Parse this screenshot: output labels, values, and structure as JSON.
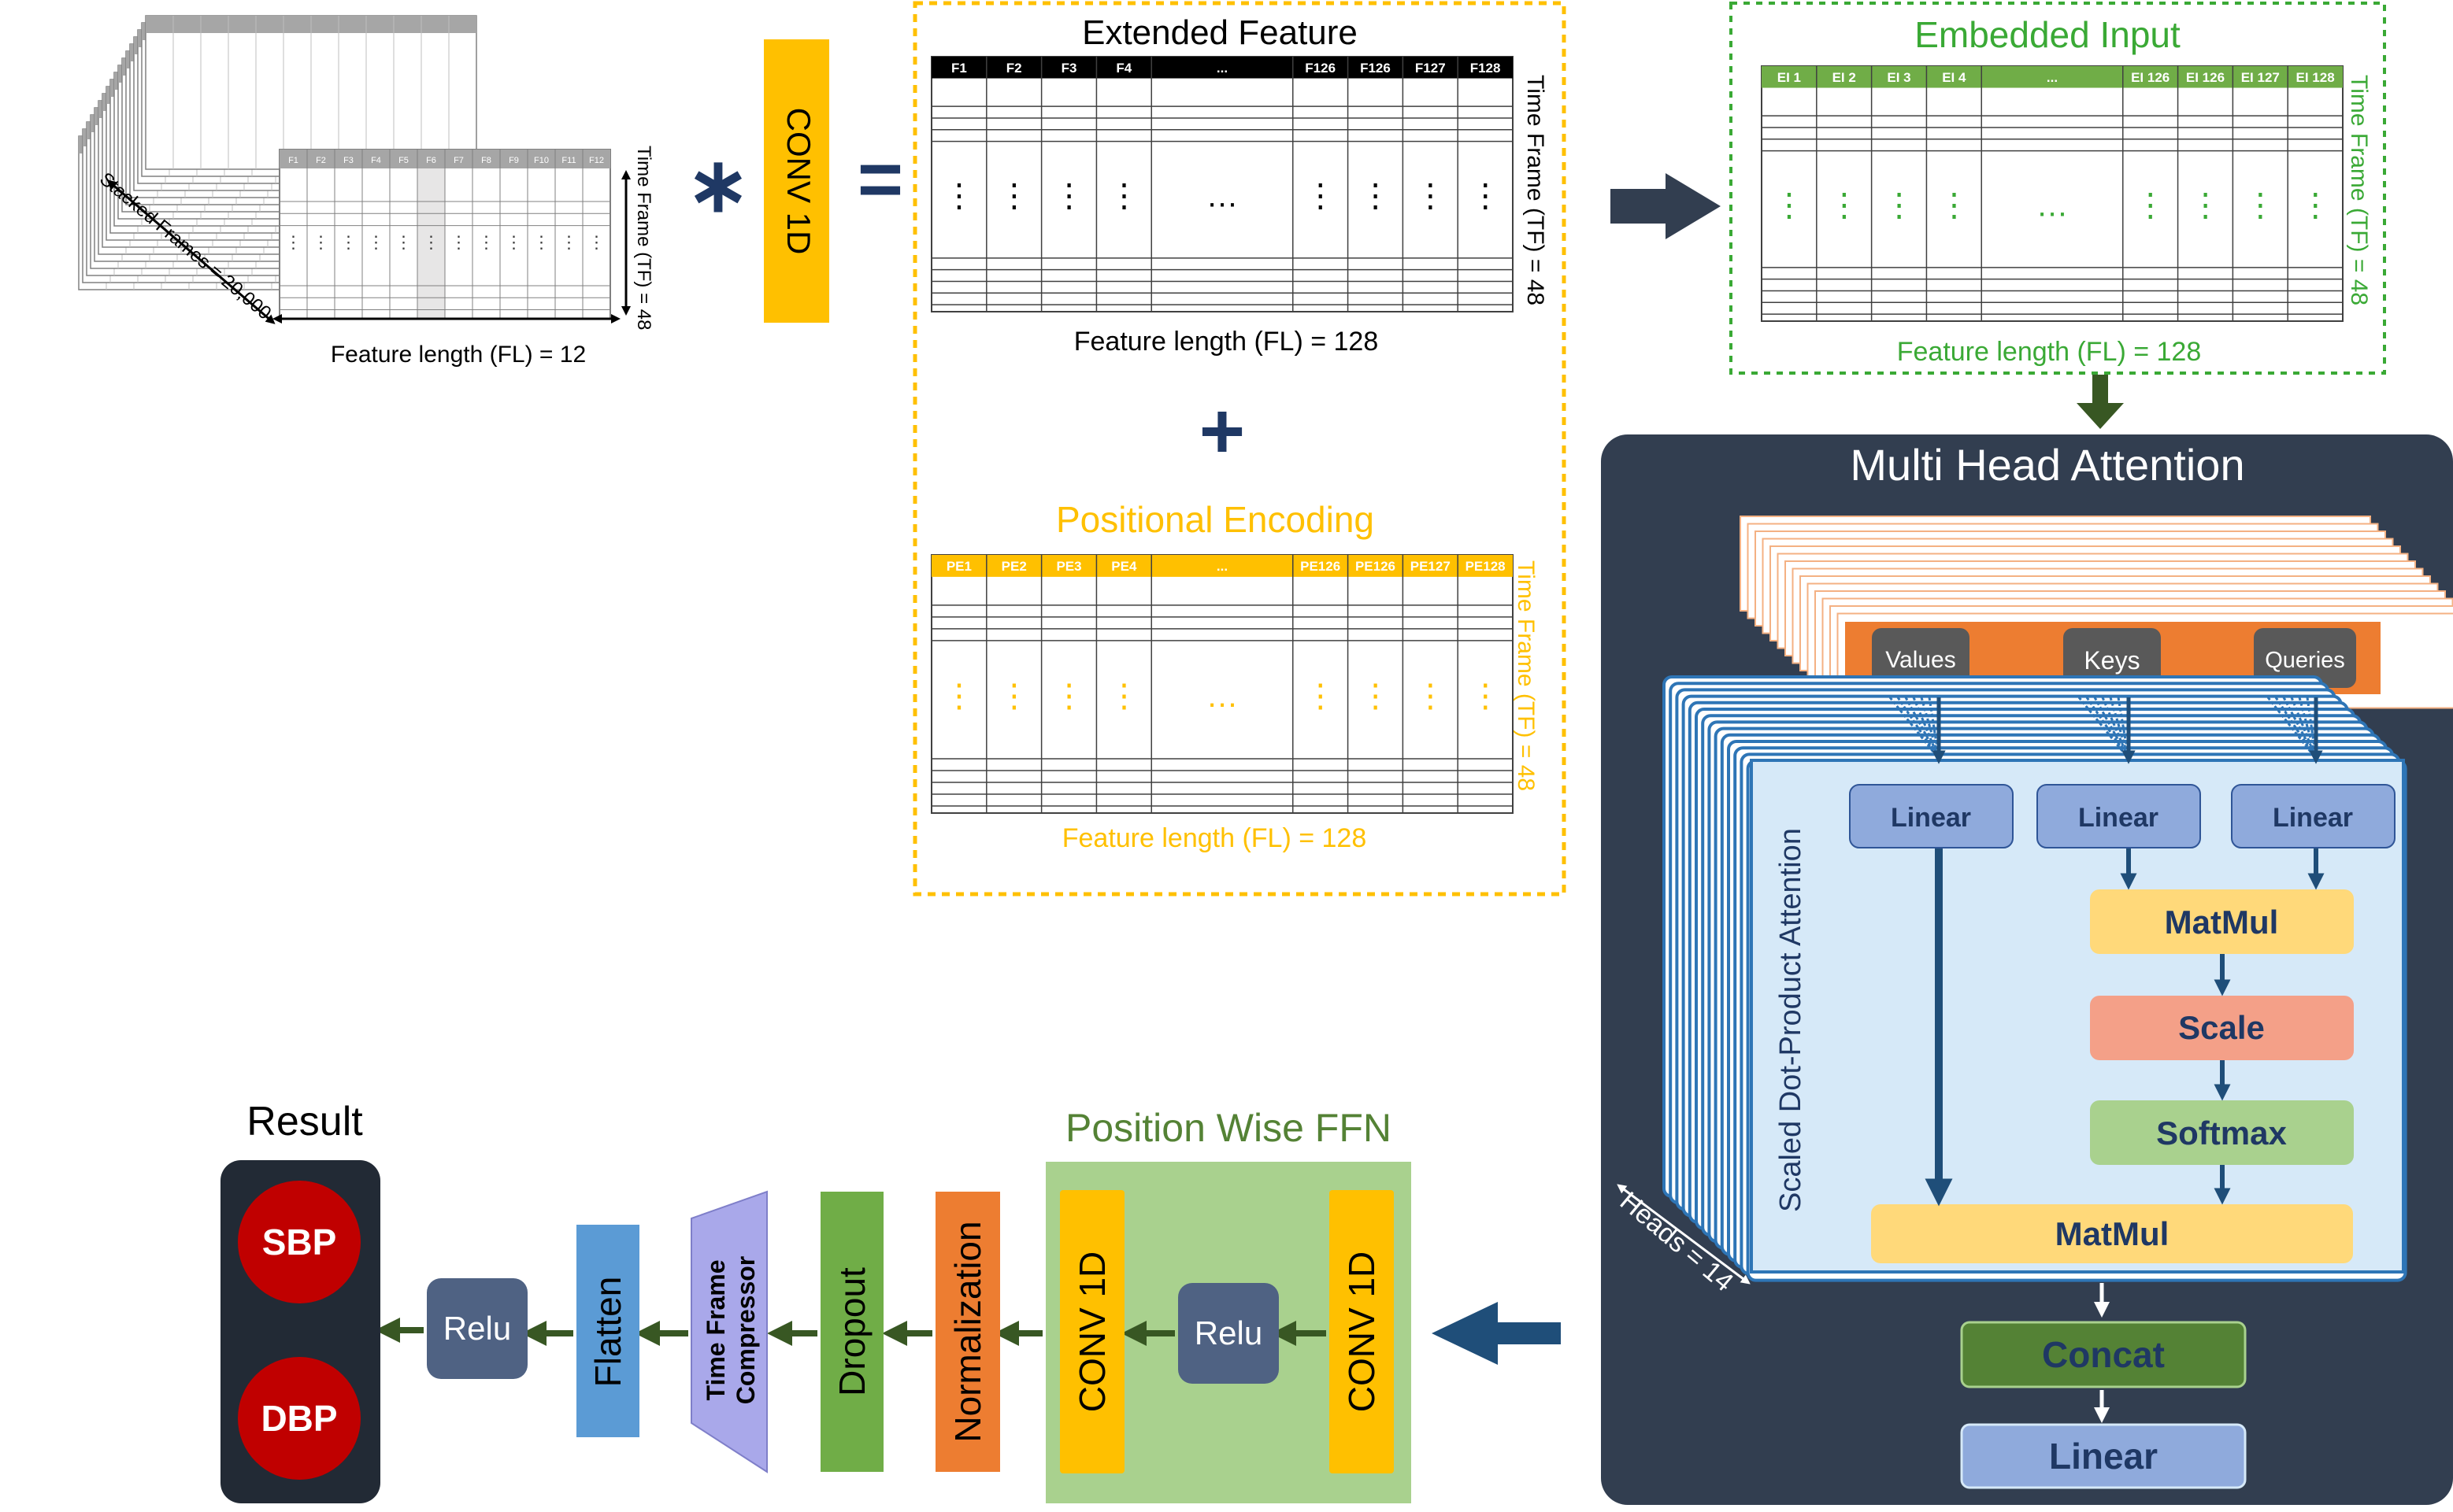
{
  "input_stack": {
    "mini_headers": [
      "F1",
      "F2",
      "F3",
      "F4",
      "F5",
      "F6",
      "F7",
      "F8",
      "F9",
      "F10",
      "F11",
      "F12"
    ],
    "stacked_label": "Stacked Frames = 20,000",
    "time_label": "Time Frame (TF) = 48",
    "feature_label": "Feature length (FL) = 12",
    "dots": "⋮"
  },
  "operators": {
    "convolve": "∗",
    "equals": "=",
    "plus": "+",
    "arrow": "➜"
  },
  "conv_block": {
    "label": "CONV 1D"
  },
  "extended_feature": {
    "title": "Extended Feature",
    "headers": [
      "F1",
      "F2",
      "F3",
      "F4",
      "...",
      "F126",
      "F126",
      "F127",
      "F128"
    ],
    "time_label": "Time Frame (TF) = 48",
    "feature_label": "Feature length (FL) = 128",
    "col_dots": "⋮",
    "mid_dots": "…"
  },
  "positional_encoding": {
    "title": "Positional Encoding",
    "headers": [
      "PE1",
      "PE2",
      "PE3",
      "PE4",
      "...",
      "PE126",
      "PE126",
      "PE127",
      "PE128"
    ],
    "time_label": "Time Frame (TF) = 48",
    "feature_label": "Feature length (FL) = 128"
  },
  "embedded_input": {
    "title": "Embedded Input",
    "headers": [
      "EI 1",
      "EI 2",
      "EI 3",
      "EI 4",
      "...",
      "EI 126",
      "EI 126",
      "EI 127",
      "EI 128"
    ],
    "time_label": "Time Frame (TF) = 48",
    "feature_label": "Feature length (FL) = 128"
  },
  "mha": {
    "title": "Multi Head Attention",
    "inputs": [
      "Values",
      "Keys",
      "Queries"
    ],
    "sdpa_label": "Scaled Dot-Product Attention",
    "heads_label": "Heads = 14",
    "linear": "Linear",
    "matmul": "MatMul",
    "scale": "Scale",
    "softmax": "Softmax",
    "concat": "Concat"
  },
  "ffn": {
    "title": "Position Wise FFN",
    "conv_label": "CONV 1D",
    "relu": "Relu"
  },
  "pipeline": {
    "normalization": "Normalization",
    "dropout": "Dropout",
    "compressor_line1": "Time Frame",
    "compressor_line2": "Compressor",
    "flatten": "Flatten",
    "relu": "Relu"
  },
  "result": {
    "title": "Result",
    "outputs": [
      "SBP",
      "DBP"
    ]
  },
  "colors": {
    "navy": "#1f3864",
    "dark_panel": "#323e50",
    "gold": "#ffc000",
    "green_text": "#3aa935",
    "ffn_green": "#548235",
    "orange": "#ed7d31",
    "blue_light": "#d6e9f8",
    "red": "#c00000"
  }
}
